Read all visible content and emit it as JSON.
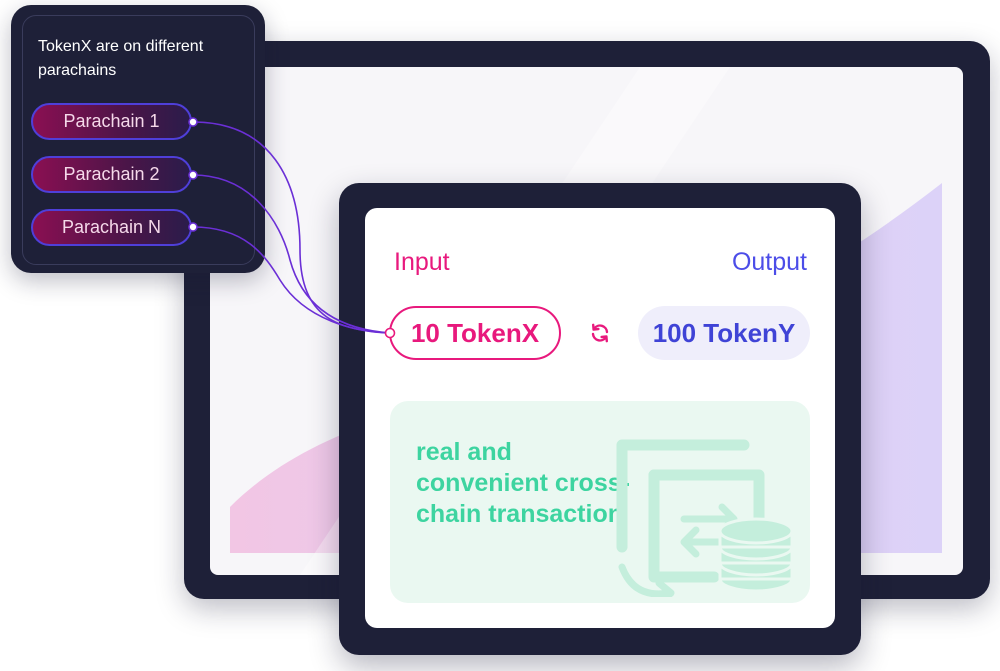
{
  "panel": {
    "title": "TokenX are on different parachains",
    "chains": [
      {
        "label": "Parachain 1"
      },
      {
        "label": "Parachain 2"
      },
      {
        "label": "Parachain N"
      }
    ]
  },
  "swap": {
    "input_label": "Input",
    "output_label": "Output",
    "input_value": "10 TokenX",
    "output_value": "100 TokenY",
    "icons": [
      "swap-icon",
      "cross-chain-transfer-icon",
      "coin-stack-icon"
    ]
  },
  "info": {
    "text": "real and convenient cross-chain transaction"
  },
  "colors": {
    "device_frame": "#1e2038",
    "accent_pink": "#e8197d",
    "accent_blue": "#4c4de8",
    "accent_green": "#3dd4a0",
    "connector_purple": "#6b2fd6"
  }
}
